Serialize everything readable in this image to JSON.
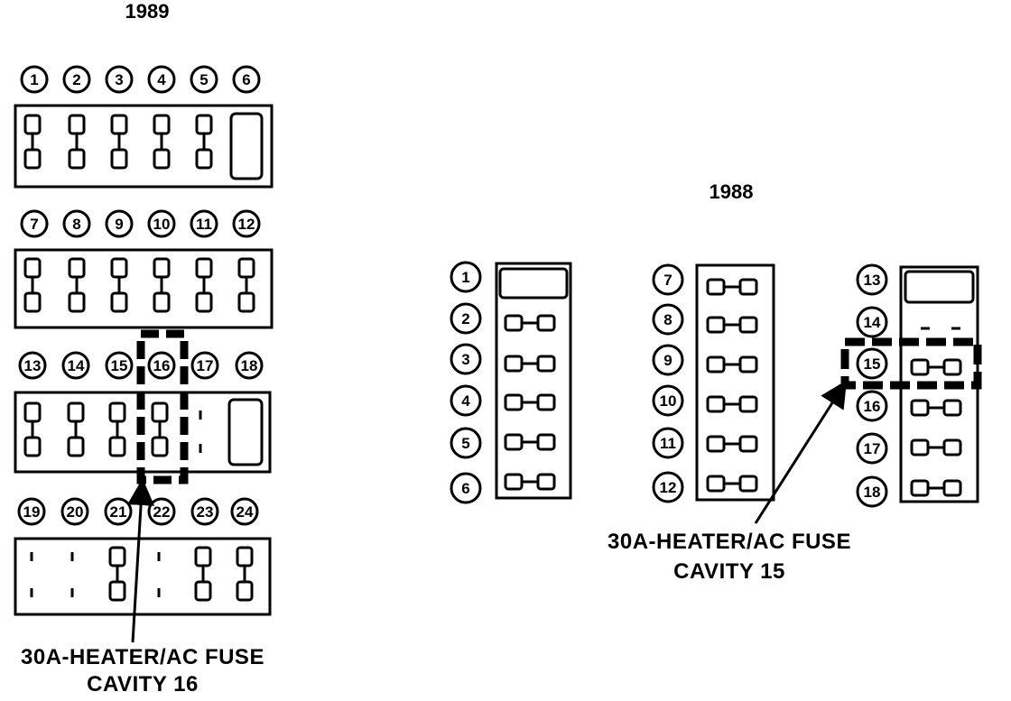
{
  "panel_1989": {
    "year": "1989",
    "rows": [
      [
        "1",
        "2",
        "3",
        "4",
        "5",
        "6"
      ],
      [
        "7",
        "8",
        "9",
        "10",
        "11",
        "12"
      ],
      [
        "13",
        "14",
        "15",
        "16",
        "17",
        "18"
      ],
      [
        "19",
        "20",
        "21",
        "22",
        "23",
        "24"
      ]
    ],
    "callout": {
      "line1": "30A-HEATER/AC FUSE",
      "line2": "CAVITY 16"
    }
  },
  "panel_1988": {
    "year": "1988",
    "columns": [
      [
        "1",
        "2",
        "3",
        "4",
        "5",
        "6"
      ],
      [
        "7",
        "8",
        "9",
        "10",
        "11",
        "12"
      ],
      [
        "13",
        "14",
        "15",
        "16",
        "17",
        "18"
      ]
    ],
    "callout": {
      "line1": "30A-HEATER/AC FUSE",
      "line2": "CAVITY 15"
    }
  }
}
